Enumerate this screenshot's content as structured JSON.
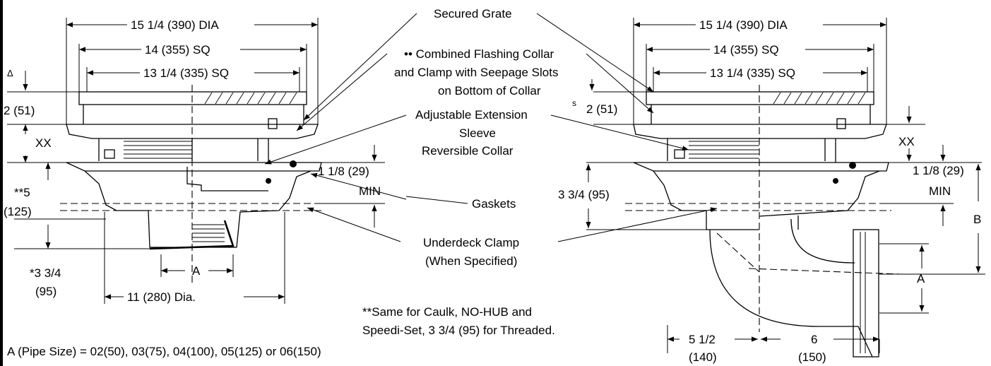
{
  "left_view": {
    "dia": "15 1/4 (390) DIA",
    "sq14": "14 (355) SQ",
    "sq13": "13 1/4 (335) SQ",
    "delta": "Δ",
    "d2": "2 (51)",
    "xx": "XX",
    "d5a": "**5",
    "d5b": "(125)",
    "d334a": "*3 3/4",
    "d334b": "(95)",
    "a": "A",
    "dia11": "11 (280) Dia.",
    "d118": "1 1/8 (29)",
    "min": "MIN"
  },
  "callouts": {
    "secured_grate": "Secured Grate",
    "flashing_1": "•• Combined Flashing Collar",
    "flashing_2": "and Clamp with Seepage Slots",
    "flashing_3": "on Bottom of Collar",
    "ext_1": "Adjustable Extension",
    "ext_2": "Sleeve",
    "reversible": "Reversible Collar",
    "gaskets": "Gaskets",
    "underdeck_1": "Underdeck Clamp",
    "underdeck_2": "(When Specified)"
  },
  "notes": {
    "same_1": "**Same for Caulk, NO-HUB and",
    "same_2": "Speedi-Set, 3 3/4 (95) for Threaded.",
    "pipe_size": "A (Pipe Size) = 02(50), 03(75), 04(100), 05(125) or 06(150)"
  },
  "right_view": {
    "dia": "15 1/4 (390) DIA",
    "sq14": "14 (355) SQ",
    "sq13": "13 1/4 (335) SQ",
    "s": "s",
    "d2": "2 (51)",
    "xx": "XX",
    "d118": "1 1/8 (29)",
    "min": "MIN",
    "d334": "3 3/4 (95)",
    "b": "B",
    "a": "A",
    "d512a": "5 1/2",
    "d512b": "(140)",
    "d6a": "6",
    "d6b": "(150)"
  }
}
